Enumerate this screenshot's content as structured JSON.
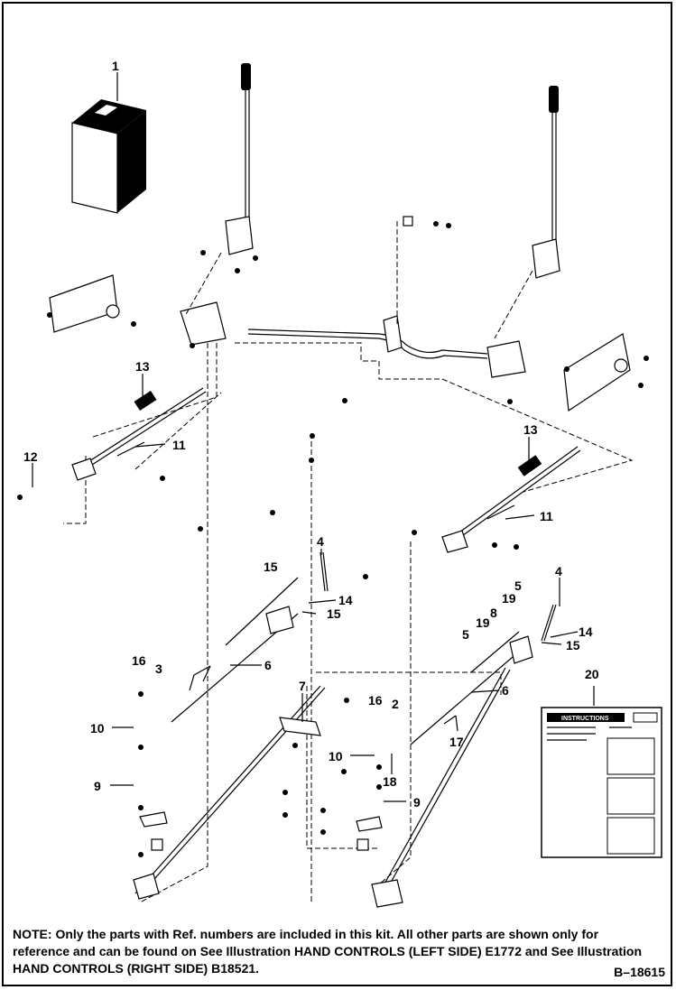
{
  "callouts": [
    "1",
    "2",
    "3",
    "4",
    "5",
    "6",
    "7",
    "8",
    "9",
    "10",
    "11",
    "12",
    "13",
    "14",
    "15",
    "16",
    "17",
    "18",
    "19",
    "20"
  ],
  "instruction_sheet_title": "INSTRUCTIONS",
  "note": "NOTE: Only the parts with Ref. numbers are included in this kit. All other parts are shown only for reference and can be found on See Illustration HAND CONTROLS (LEFT SIDE) E1772 and See Illustration HAND CONTROLS (RIGHT SIDE) B18521.",
  "figure_id": "B–18615"
}
